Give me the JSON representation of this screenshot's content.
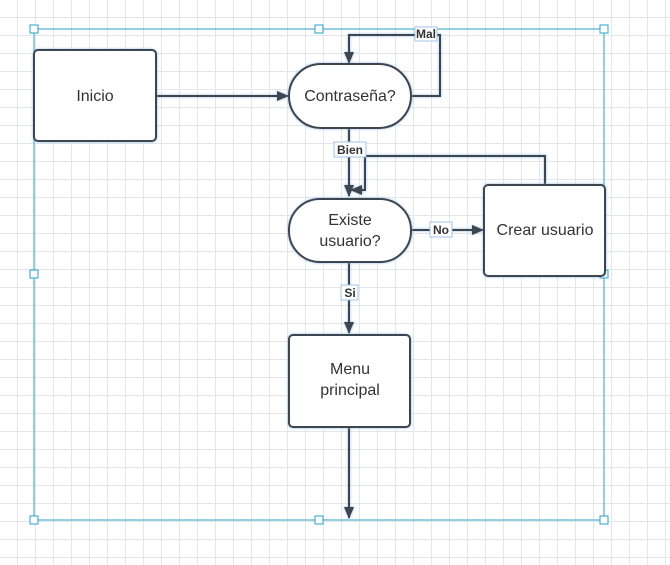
{
  "diagram": {
    "nodes": {
      "inicio": {
        "label": "Inicio"
      },
      "contrasena": {
        "label": "Contraseña?"
      },
      "existe": {
        "line1": "Existe",
        "line2": "usuario?"
      },
      "crear": {
        "label": "Crear usuario"
      },
      "menu": {
        "line1": "Menu",
        "line2": "principal"
      }
    },
    "edges": {
      "mal": "Mal",
      "bien": "Bien",
      "no": "No",
      "si": "Si"
    }
  },
  "colors": {
    "stroke": "#3d4450",
    "selection": "#2aa0c8",
    "grid": "#e3e7ec",
    "text": "#333333"
  }
}
